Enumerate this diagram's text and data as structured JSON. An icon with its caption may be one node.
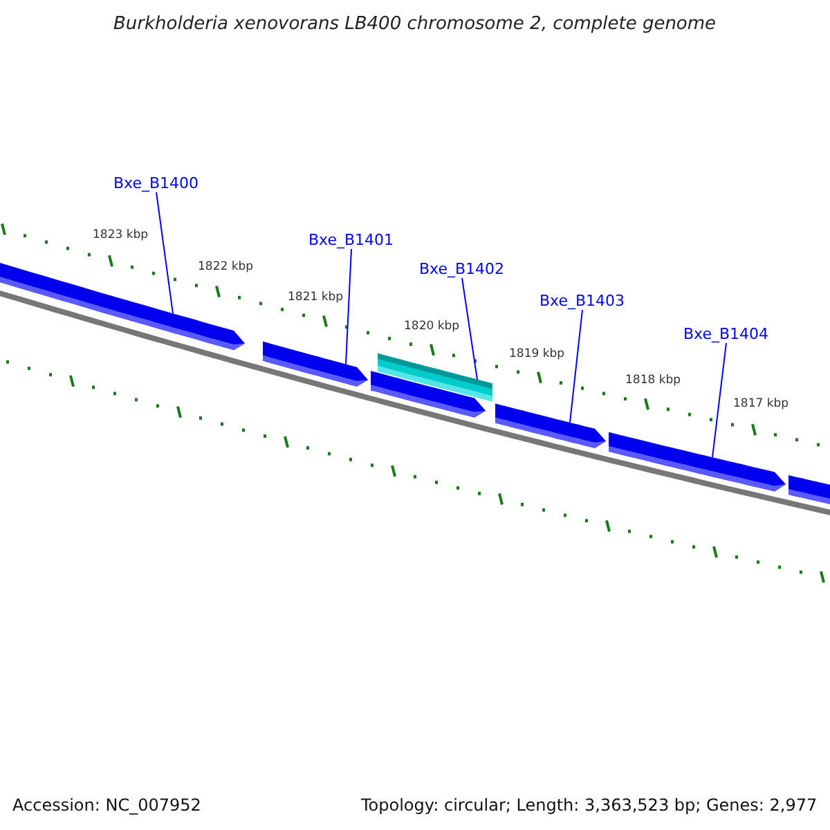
{
  "diagram": {
    "title": "Burkholderia xenovorans LB400 chromosome 2, complete genome",
    "nodes": [
      {
        "text": [
          "Bxe_B1400"
        ]
      },
      {
        "text": [
          "Bxe_B1401"
        ]
      },
      {
        "text": [
          "Bxe_B1402"
        ]
      },
      {
        "text": [
          "Bxe_B1403"
        ]
      },
      {
        "text": [
          "Bxe_B1404"
        ]
      },
      {
        "text": [],
        "shape": "arrow"
      },
      {
        "text": [],
        "shape": "arrow"
      },
      {
        "text": [],
        "shape": "bar"
      },
      {
        "text": [],
        "shape": "arrow"
      },
      {
        "text": [],
        "shape": "arrow"
      },
      {
        "text": [],
        "shape": "arrow"
      },
      {
        "text": [],
        "shape": "arrow"
      }
    ],
    "edges": [
      {
        "from": 0,
        "to": 5,
        "arrow": "none"
      },
      {
        "from": 1,
        "to": 6,
        "arrow": "none"
      },
      {
        "from": 2,
        "to": 7,
        "arrow": "none"
      },
      {
        "from": 3,
        "to": 9,
        "arrow": "none"
      },
      {
        "from": 4,
        "to": 10,
        "arrow": "none"
      }
    ],
    "labels": [
      "1823 kbp",
      "1822 kbp",
      "1821 kbp",
      "1820 kbp",
      "1819 kbp",
      "1818 kbp",
      "1817 kbp",
      "Accession: NC_007952",
      "Topology: circular; Length: 3,363,523 bp; Genes: 2,977"
    ]
  }
}
